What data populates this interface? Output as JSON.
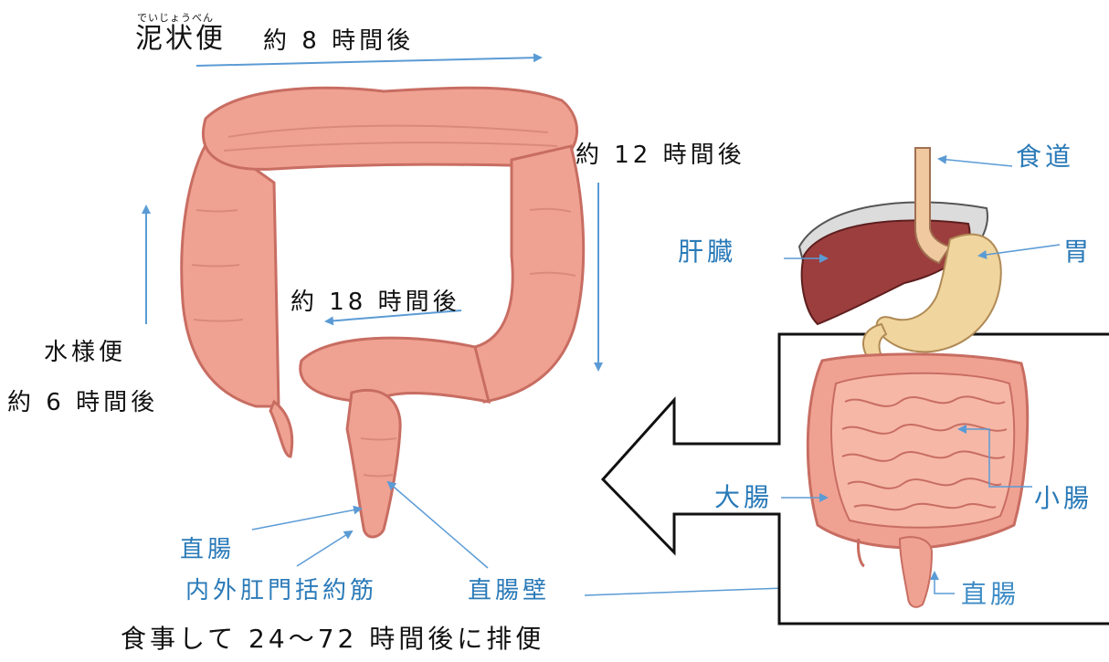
{
  "furigana": "でいじょうべん",
  "labels": {
    "deijoben": "泥状便",
    "deijoben_time": "約 8 時間後",
    "t12": "約 12 時間後",
    "t18": "約 18 時間後",
    "suiyoben": "水様便",
    "t6": "約 6 時間後",
    "chokucho": "直腸",
    "kokinkin": "内外肛門括約筋",
    "chokuchoheki": "直腸壁",
    "summary": "食事して 24～72 時間後に排便",
    "shokudo": "食道",
    "kanzo": "肝臓",
    "i": "胃",
    "daicho": "大腸",
    "shocho": "小腸",
    "chokucho2": "直腸"
  },
  "colors": {
    "label_blue": "#2a7ab8",
    "arrow_blue": "#5b9bd5",
    "intestine": "#f0a292",
    "intestine_dark": "#c86d62",
    "liver": "#9c3e3e",
    "stomach": "#f0d59e"
  }
}
